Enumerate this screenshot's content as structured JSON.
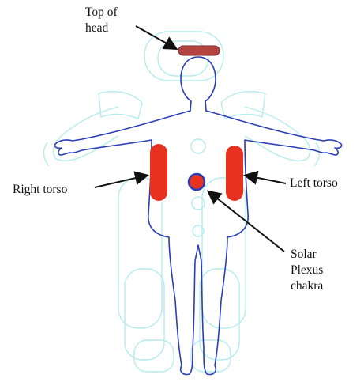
{
  "labels": {
    "top_of_head": [
      "Top of",
      "head"
    ],
    "right_torso": "Right torso",
    "left_torso": "Left torso",
    "solar_plexus": [
      "Solar",
      "Plexus",
      "chakra"
    ]
  },
  "colors": {
    "aura_outline": "#b5ecec",
    "body_outline": "#2a3fb5",
    "hot_zone": "#e8321f",
    "head_band": "#b5433f",
    "arrow": "#111111",
    "text": "#111111"
  }
}
